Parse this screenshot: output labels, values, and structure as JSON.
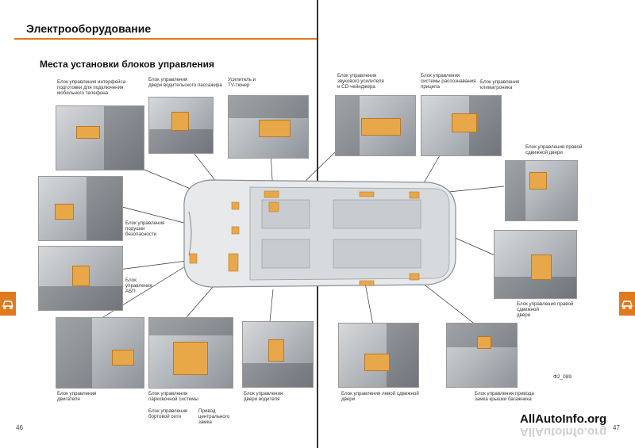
{
  "left_page": {
    "section_title": "Электрооборудование",
    "subtitle": "Места установки блоков управления",
    "page_number": "46",
    "labels": {
      "phone": "Блок управления интерфейса\nподготовки для подключения\nмобильного телефона",
      "front_door": "Блок управления\nдвери водительского пассажира",
      "tv_tuner": "Усилитель и\nTV-тюнер",
      "vehicle_power": "Блок управления\nподушки\nбезопасности",
      "abs": "Блок\nуправления\nАБП",
      "engine": "Блок управления\nдвигателя",
      "comfort": "Блок управления\nпарковочной системы",
      "onboard": "Блок управления\nбортовой сети",
      "gateway": "Привод\nцентрального\nзамка",
      "driver_door": "Блок управления\nдвери водителя"
    }
  },
  "right_page": {
    "page_number": "47",
    "labels": {
      "amplifier": "Блок управления\nзвукового усилителя\nи CD-чейнджера",
      "seat": "Блок управления\nсистемы распознавания\nприцепа",
      "climate": "Блок управления\nклиматроника",
      "rear_door_right": "Блок управления правой\nсдвижной двери",
      "sliding_door": "Блок управления правой\nсдвижной\nдвери",
      "left_sliding": "Блок управления левой сдвижной\nдвери",
      "tailgate": "Блок управления привода\nзамка крышки багажника"
    },
    "figure_code": "Ф2_089",
    "watermark": "AllAutoInfo.org"
  },
  "colors": {
    "accent": "#e07a1e",
    "part": "#e8a84a"
  },
  "icons": [
    "car-icon"
  ]
}
